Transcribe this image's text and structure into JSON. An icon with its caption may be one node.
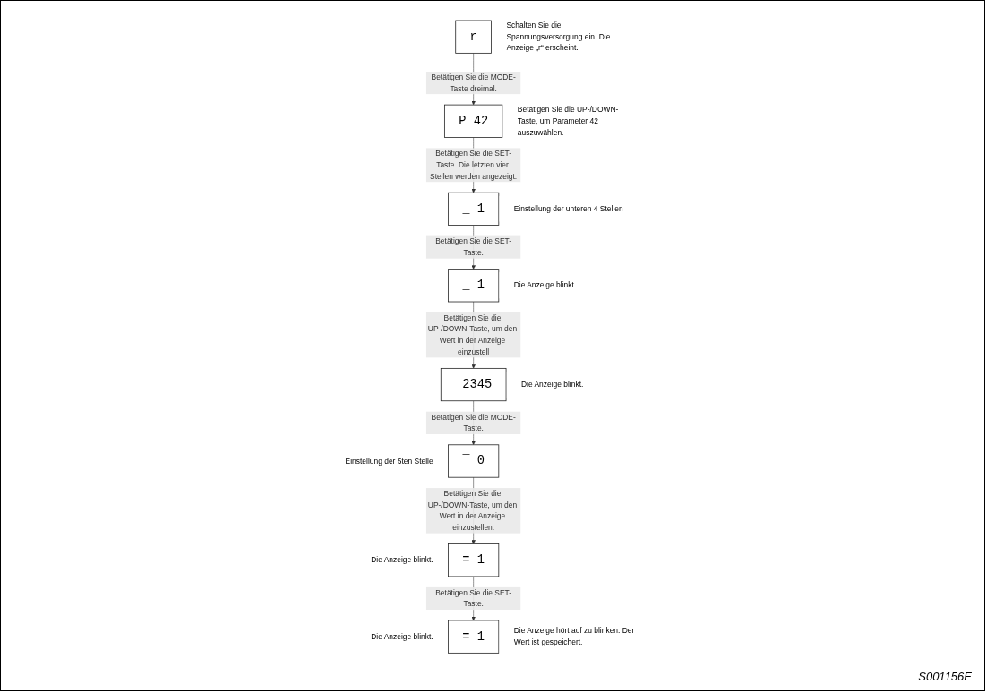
{
  "diagram": {
    "nodes": [
      {
        "text": [
          "r"
        ],
        "beside": [
          "Schalten Sie die Spannungsversorgung ein. Die Anzeige „r“ erscheint."
        ]
      },
      {
        "text": [
          "P 42"
        ],
        "beside": [
          "Betätigen Sie die UP-/DOWN-Taste, um Parameter 42 auszuwählen."
        ]
      },
      {
        "text": [
          "_ 1"
        ],
        "beside": [
          "Einstellung der unteren 4 Stellen"
        ]
      },
      {
        "text": [
          "_ 1"
        ],
        "beside": [
          "Die Anzeige blinkt."
        ]
      },
      {
        "text": [
          "_2345"
        ],
        "beside": [
          "Die Anzeige blinkt."
        ]
      },
      {
        "text": [
          "‾ 0"
        ],
        "beside": [
          "Einstellung der 5ten Stelle"
        ]
      },
      {
        "text": [
          "= 1"
        ],
        "beside": [
          "Die Anzeige blinkt."
        ]
      },
      {
        "text": [
          "= 1"
        ],
        "beside": [
          "Die Anzeige blinkt.",
          "Die Anzeige hört auf zu blinken. Der Wert ist gespeichert."
        ]
      }
    ],
    "edges": [
      {
        "from": 0,
        "to": 1,
        "arrow": "to",
        "label": "Betätigen Sie die MODE-Taste dreimal."
      },
      {
        "from": 1,
        "to": 2,
        "arrow": "to",
        "label": "Betätigen Sie die SET-Taste. Die letzten vier Stellen werden angezeigt."
      },
      {
        "from": 2,
        "to": 3,
        "arrow": "to",
        "label": "Betätigen Sie die SET-Taste."
      },
      {
        "from": 3,
        "to": 4,
        "arrow": "to",
        "label": "Betätigen Sie die UP-/DOWN-Taste, um den Wert in der Anzeige einzustell"
      },
      {
        "from": 4,
        "to": 5,
        "arrow": "to",
        "label": "Betätigen Sie die MODE-Taste."
      },
      {
        "from": 5,
        "to": 6,
        "arrow": "to",
        "label": "Betätigen Sie die UP-/DOWN-Taste, um den Wert in der Anzeige einzustellen."
      },
      {
        "from": 6,
        "to": 7,
        "arrow": "to",
        "label": "Betätigen Sie die SET-Taste."
      }
    ],
    "labels": [
      "S001156E"
    ]
  }
}
